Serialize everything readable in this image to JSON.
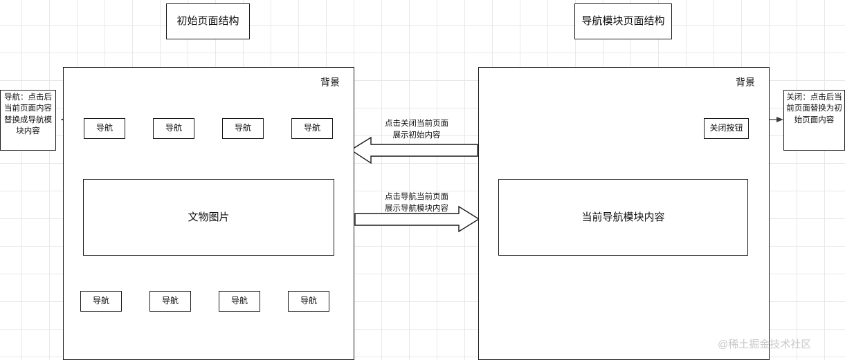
{
  "diagram": {
    "titles": {
      "left": "初始页面结构",
      "right": "导航模块页面结构"
    },
    "panels": {
      "left": {
        "label": "背景"
      },
      "right": {
        "label": "背景"
      }
    },
    "left_panel": {
      "top_nav": [
        "导航",
        "导航",
        "导航",
        "导航"
      ],
      "content_box": "文物图片",
      "bottom_nav": [
        "导航",
        "导航",
        "导航",
        "导航"
      ]
    },
    "right_panel": {
      "close_button": "关闭按钮",
      "content_box": "当前导航模块内容"
    },
    "notes": {
      "left": "导航：点击后当前页面内容替换成导航模块内容",
      "right": "关闭：点击后当前页面替换为初始页面内容"
    },
    "arrows": {
      "top_label": "点击关闭当前页面\n展示初始内容",
      "bottom_label": "点击导航当前页面\n展示导航模块内容"
    },
    "watermark": "@稀土掘金技术社区",
    "colors": {
      "stroke": "#1a1a1a",
      "grid": "#e8e8e8",
      "background": "#ffffff",
      "watermark": "#c9c9c9"
    }
  }
}
